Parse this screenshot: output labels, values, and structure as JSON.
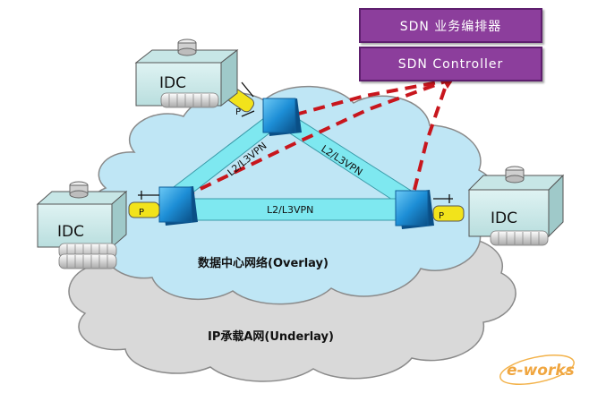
{
  "boxes": {
    "orchestrator": "SDN 业务编排器",
    "controller": "SDN Controller"
  },
  "idc_label": "IDC",
  "links": {
    "left": "L2/L3VPN",
    "right": "L2/L3VPN",
    "bottom": "L2/L3VPN"
  },
  "port_label": "P",
  "overlay_label": "数据中心网络(Overlay)",
  "underlay_label": "IP承载A网(Underlay)",
  "watermark": "e-works",
  "colors": {
    "box_fill": "#8c3e9c",
    "link": "#7ee8f0",
    "switch": "#1d8ed6",
    "dashed": "#c8161d",
    "port": "#f2e31b",
    "cloud_overlay": "#bfe6f5",
    "cloud_underlay": "#d9d9d9"
  }
}
